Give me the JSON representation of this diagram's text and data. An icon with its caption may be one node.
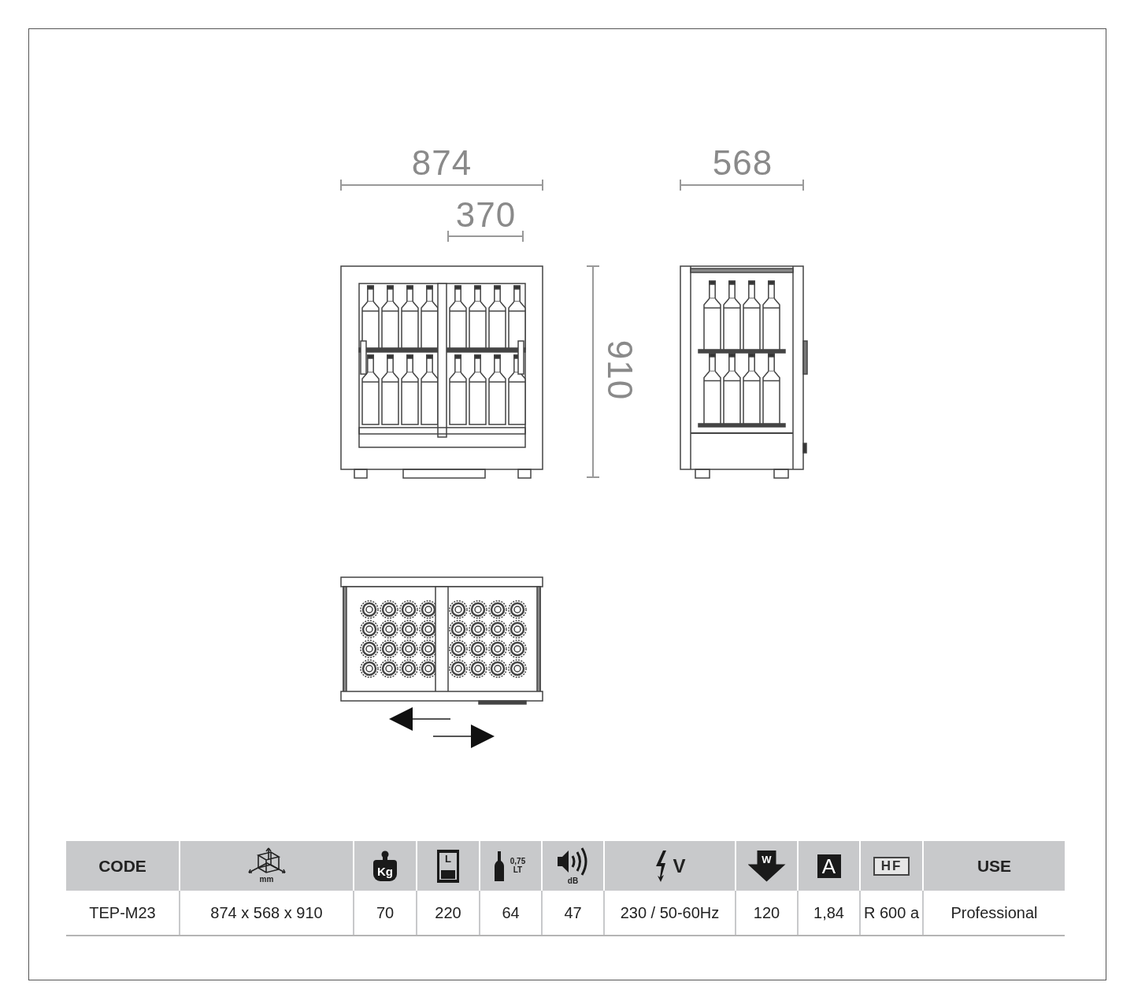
{
  "diagram": {
    "labels": [
      "874",
      "370",
      "568",
      "910",
      "CODE",
      "mm",
      "Kg",
      "L",
      "0,75 LT",
      "dB",
      "V",
      "W",
      "A",
      "HF",
      "USE",
      "TEP-M23",
      "874 x 568 x 910",
      "70",
      "220",
      "64",
      "47",
      "230 / 50-60Hz",
      "120",
      "1,84",
      "R 600 a",
      "Professional"
    ]
  }
}
